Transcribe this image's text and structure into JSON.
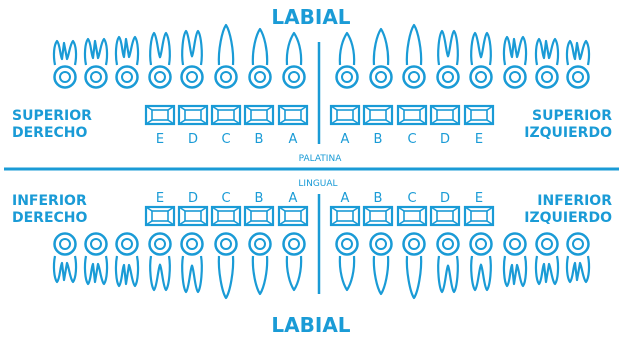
{
  "colors": {
    "ink": "#1a9bd6",
    "background": "#ffffff"
  },
  "labels": {
    "labial_top": "LABIAL",
    "labial_bottom": "LABIAL",
    "palatina": "PALATINA",
    "lingual": "LINGUAL",
    "superior_derecho_line1": "SUPERIOR",
    "superior_derecho_line2": "DERECHO",
    "superior_izquierdo_line1": "SUPERIOR",
    "superior_izquierdo_line2": "IZQUIERDO",
    "inferior_derecho_line1": "INFERIOR",
    "inferior_derecho_line2": "DERECHO",
    "inferior_izquierdo_line1": "INFERIOR",
    "inferior_izquierdo_line2": "IZQUIERDO"
  },
  "upper_right_letters": [
    "E",
    "D",
    "C",
    "B",
    "A"
  ],
  "upper_left_letters": [
    "A",
    "B",
    "C",
    "D",
    "E"
  ],
  "lower_right_letters": [
    "E",
    "D",
    "C",
    "B",
    "A"
  ],
  "lower_left_letters": [
    "A",
    "B",
    "C",
    "D",
    "E"
  ]
}
